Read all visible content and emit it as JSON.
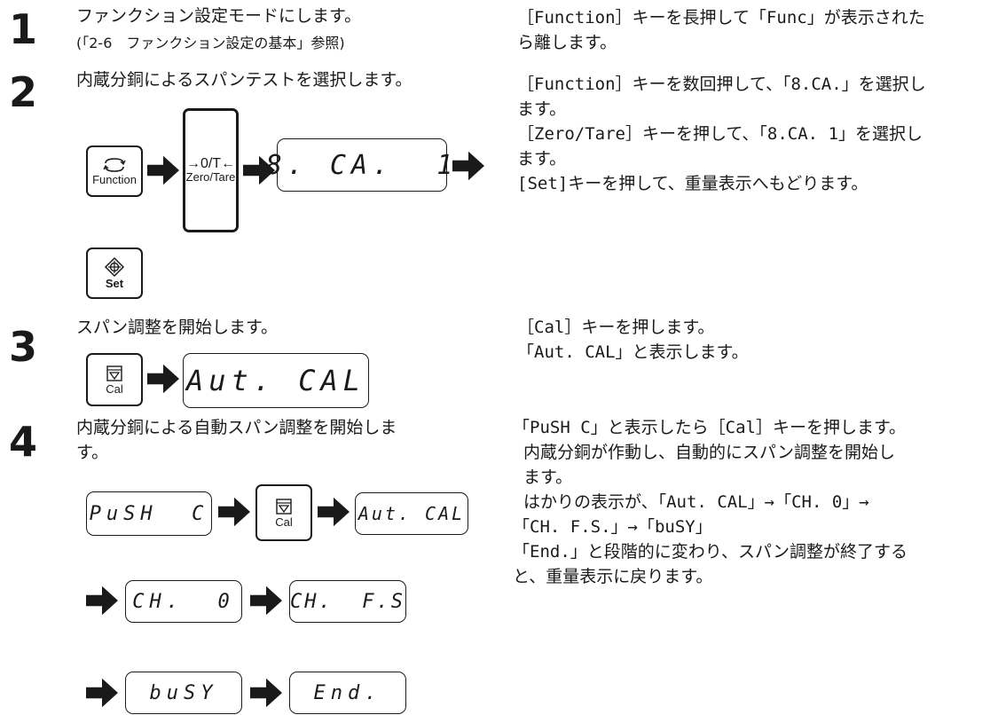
{
  "steps": [
    {
      "number": "1",
      "title": "ファンクション設定モードにします。",
      "subtitle": "(「2-6　ファンクション設定の基本」参照)",
      "description": [
        "［Function］キーを長押して「Func」が表示された",
        "ら離します。"
      ]
    },
    {
      "number": "2",
      "title": "内蔵分銅によるスパンテストを選択します。",
      "description": [
        "［Function］キーを数回押して、「8.CA.」を選択し",
        "ます。",
        "［Zero/Tare］キーを押して、「8.CA. 1」を選択し",
        "ます。",
        "[Set]キーを押して、重量表示へもどります。"
      ]
    },
    {
      "number": "3",
      "title": "スパン調整を開始します。",
      "description": [
        "［Cal］キーを押します。",
        "「Aut. CAL」と表示します。"
      ]
    },
    {
      "number": "4",
      "title_lines": [
        "内蔵分銅による自動スパン調整を開始しま",
        "す。"
      ],
      "description": [
        "「PuSH C」と表示したら［Cal］キーを押します。",
        "内蔵分銅が作動し、自動的にスパン調整を開始し",
        "ます。",
        "はかりの表示が、「Aut. CAL」→「CH. 0」→",
        "「CH. F.S.」→「buSY」",
        "「End.」と段階的に変わり、スパン調整が終了する",
        "と、重量表示に戻ります。"
      ]
    }
  ],
  "keys": {
    "function": "Function",
    "zero_tare_symbol": "→0/T←",
    "zero_tare": "Zero/Tare",
    "set": "Set",
    "cal": "Cal"
  },
  "displays": {
    "s2": "8. CA.  1",
    "s3": "Aut. CAL",
    "s4_push": "PuSH  C",
    "s4_autcal": "Aut. CAL",
    "s4_ch0": "CH.  0",
    "s4_chfs": "CH.  F.S",
    "s4_busy": "buSY",
    "s4_end": "End."
  },
  "icons": {
    "function": "cycle-arrows-icon",
    "set": "target-diamond-icon",
    "cal": "weight-icon",
    "arrow": "right-arrow-icon"
  }
}
